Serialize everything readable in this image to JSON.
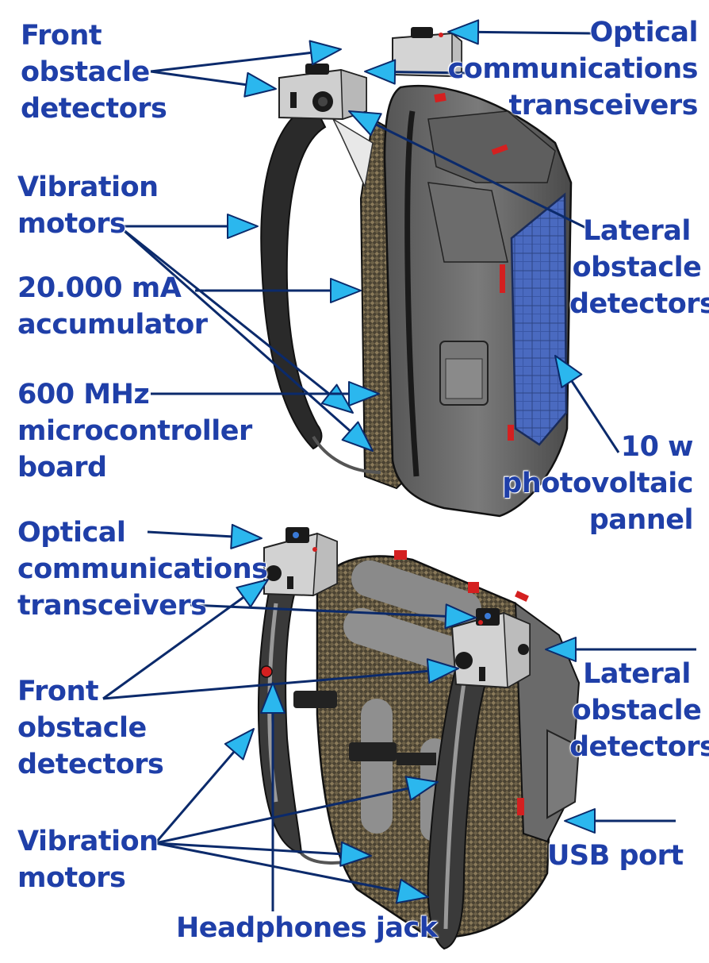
{
  "colors": {
    "label_text": "#1f3fa8",
    "arrow_fill": "#2bb7ee",
    "arrow_stroke": "#0b2a6b",
    "backpack_shell": "#6b6b6b",
    "backpack_dark": "#2b2b2b",
    "solar_panel": "#3f5fae",
    "accent_red": "#d42020",
    "carbon_fabric": "#5a4e3a"
  },
  "top_view": {
    "front_detectors": [
      "Front",
      "obstacle",
      "detectors"
    ],
    "optical_transceivers": [
      "Optical",
      "communications",
      "transceivers"
    ],
    "vibration_motors": [
      "Vibration",
      "motors"
    ],
    "lateral_detectors": [
      "Lateral",
      "obstacle",
      "detectors"
    ],
    "accumulator": [
      "20.000 mA",
      "accumulator"
    ],
    "microcontroller": [
      "600 MHz",
      "microcontroller",
      "board"
    ],
    "photovoltaic": [
      "10 w",
      "photovoltaic",
      "pannel"
    ]
  },
  "bottom_view": {
    "optical_transceivers": [
      "Optical",
      "communications",
      "transceivers"
    ],
    "lateral_detectors": [
      "Lateral",
      "obstacle",
      "detectors"
    ],
    "front_detectors": [
      "Front",
      "obstacle",
      "detectors"
    ],
    "vibration_motors": [
      "Vibration",
      "motors"
    ],
    "usb_port": "USB port",
    "headphones_jack": "Headphones jack"
  }
}
